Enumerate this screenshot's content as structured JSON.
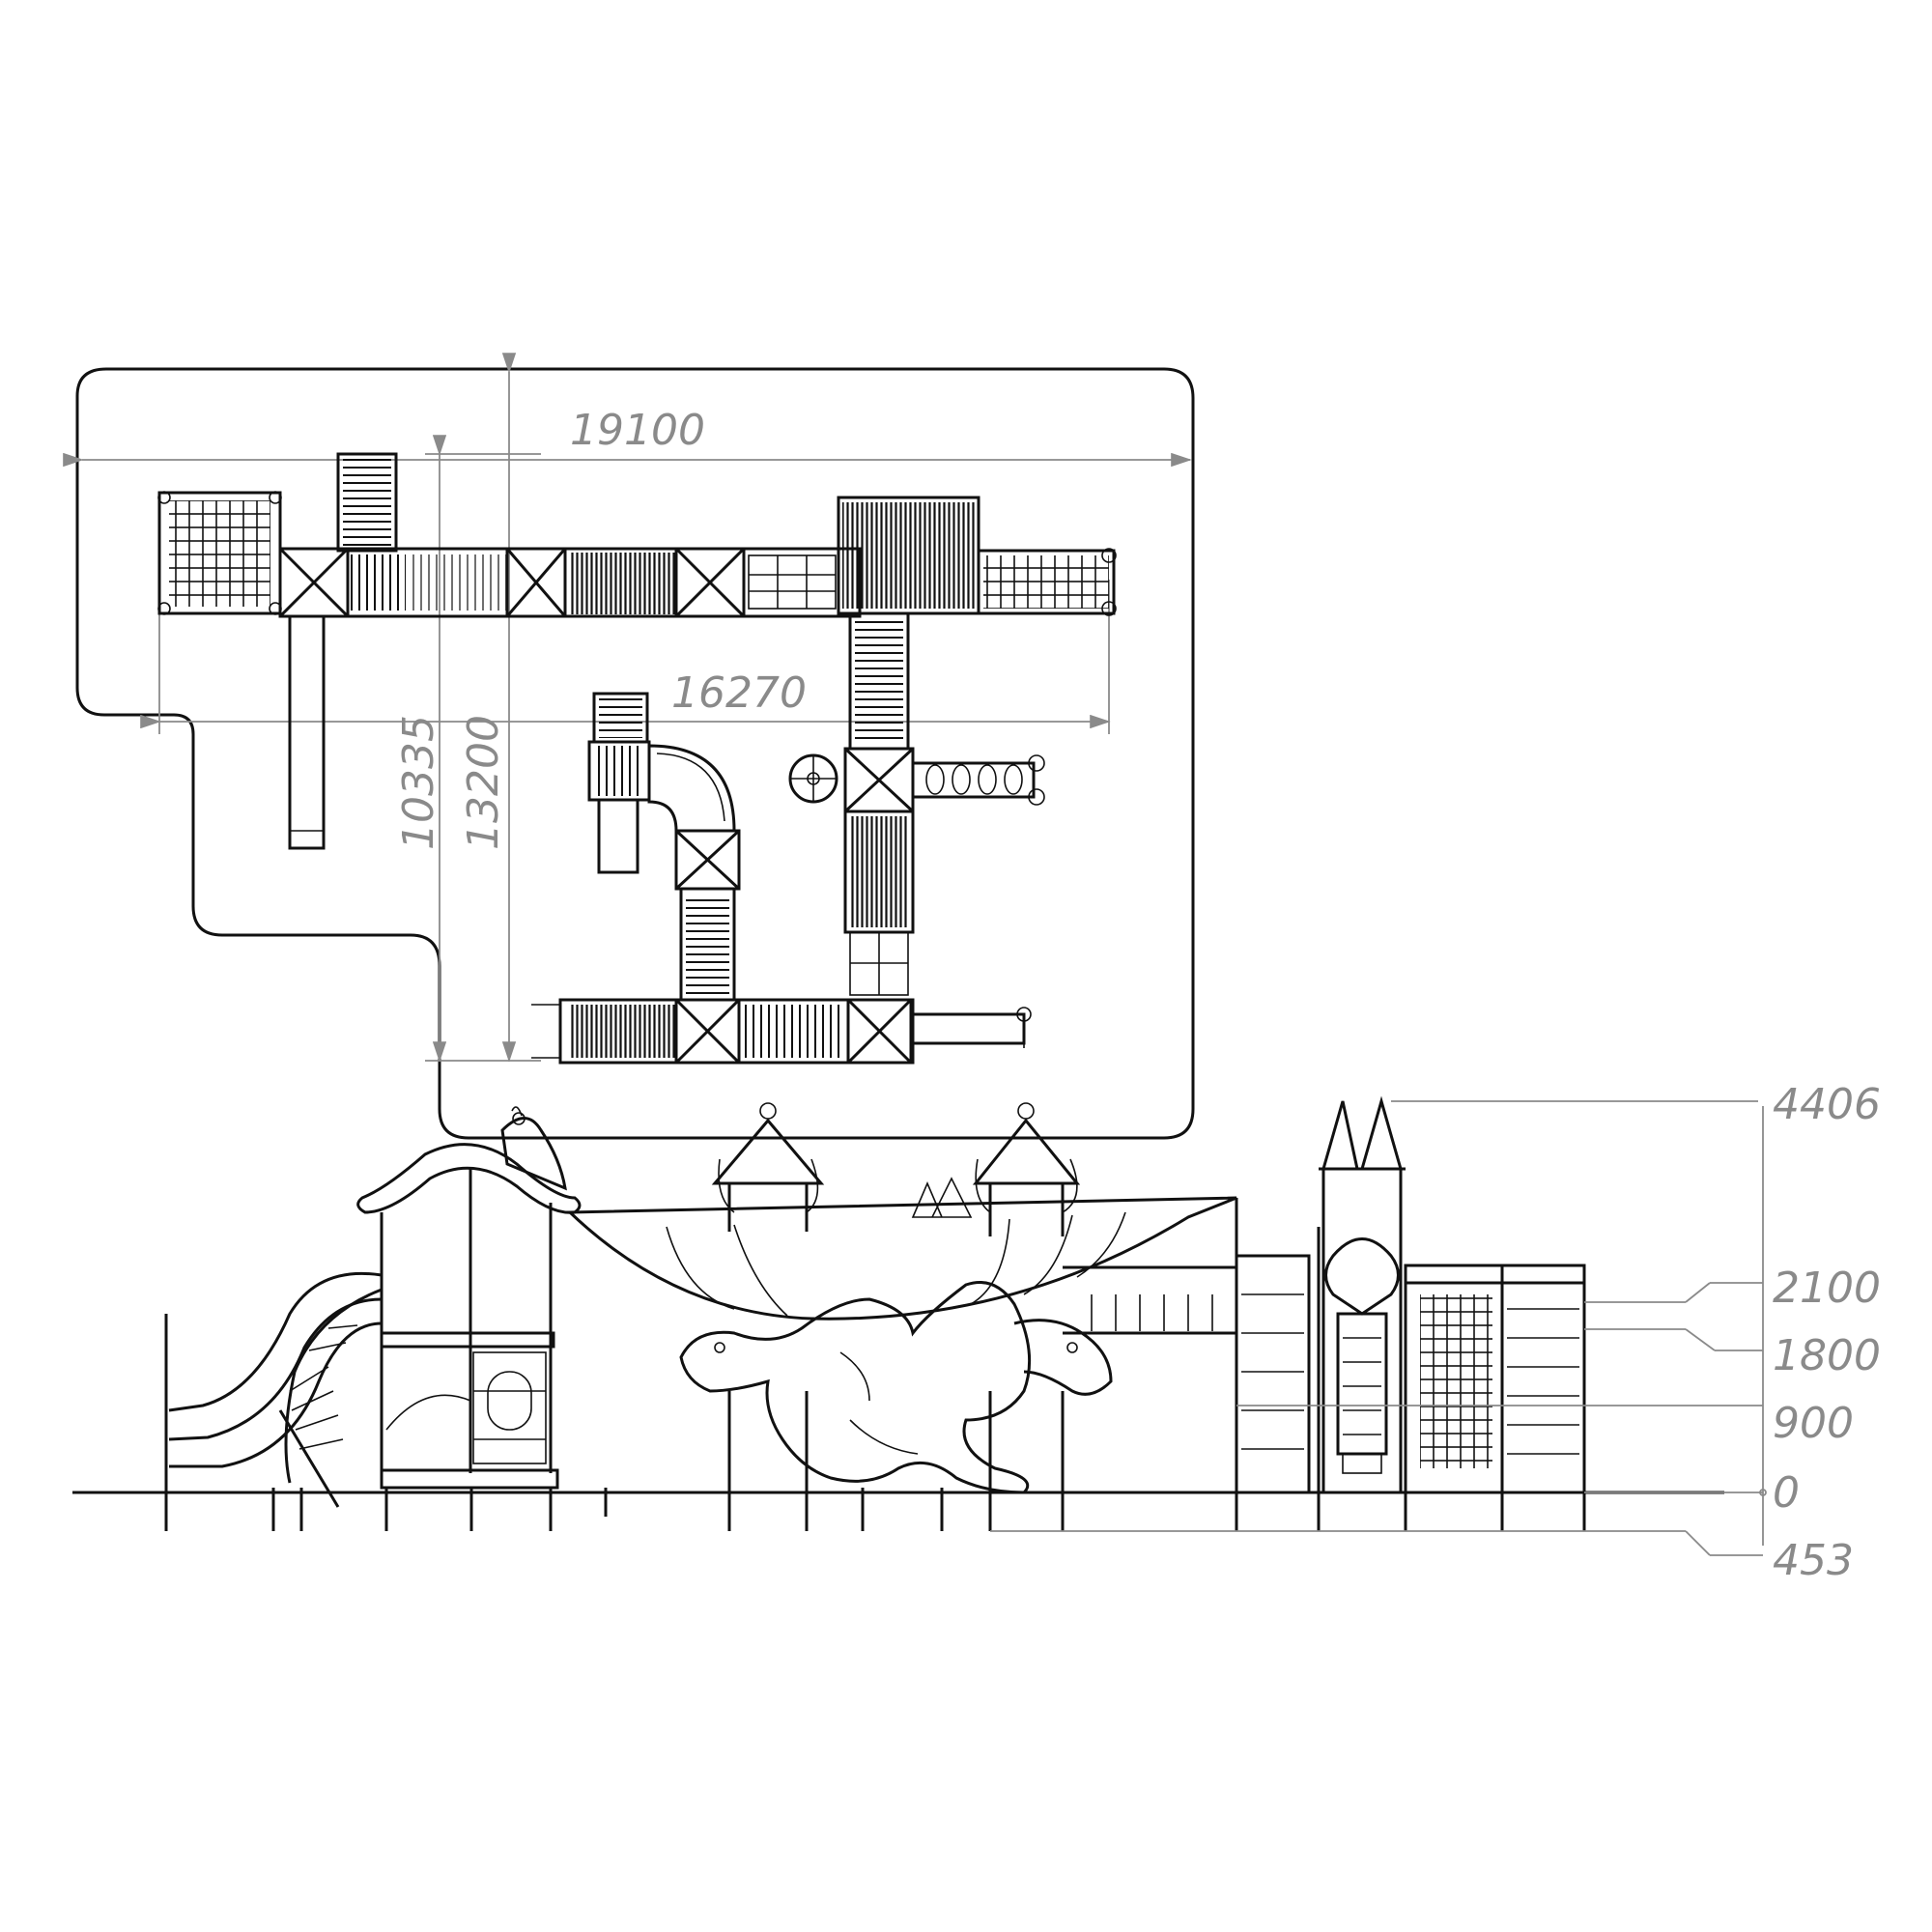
{
  "plan_view": {
    "dimensions": {
      "overall_width": "19100",
      "inner_width": "16270",
      "depth_a": "10335",
      "depth_b": "13200"
    }
  },
  "elevation_view": {
    "height_marks": [
      "4406",
      "2100",
      "1800",
      "900",
      "0",
      "453"
    ]
  },
  "colors": {
    "line": "#111111",
    "dimension": "#8a8a8a",
    "background": "#ffffff"
  }
}
